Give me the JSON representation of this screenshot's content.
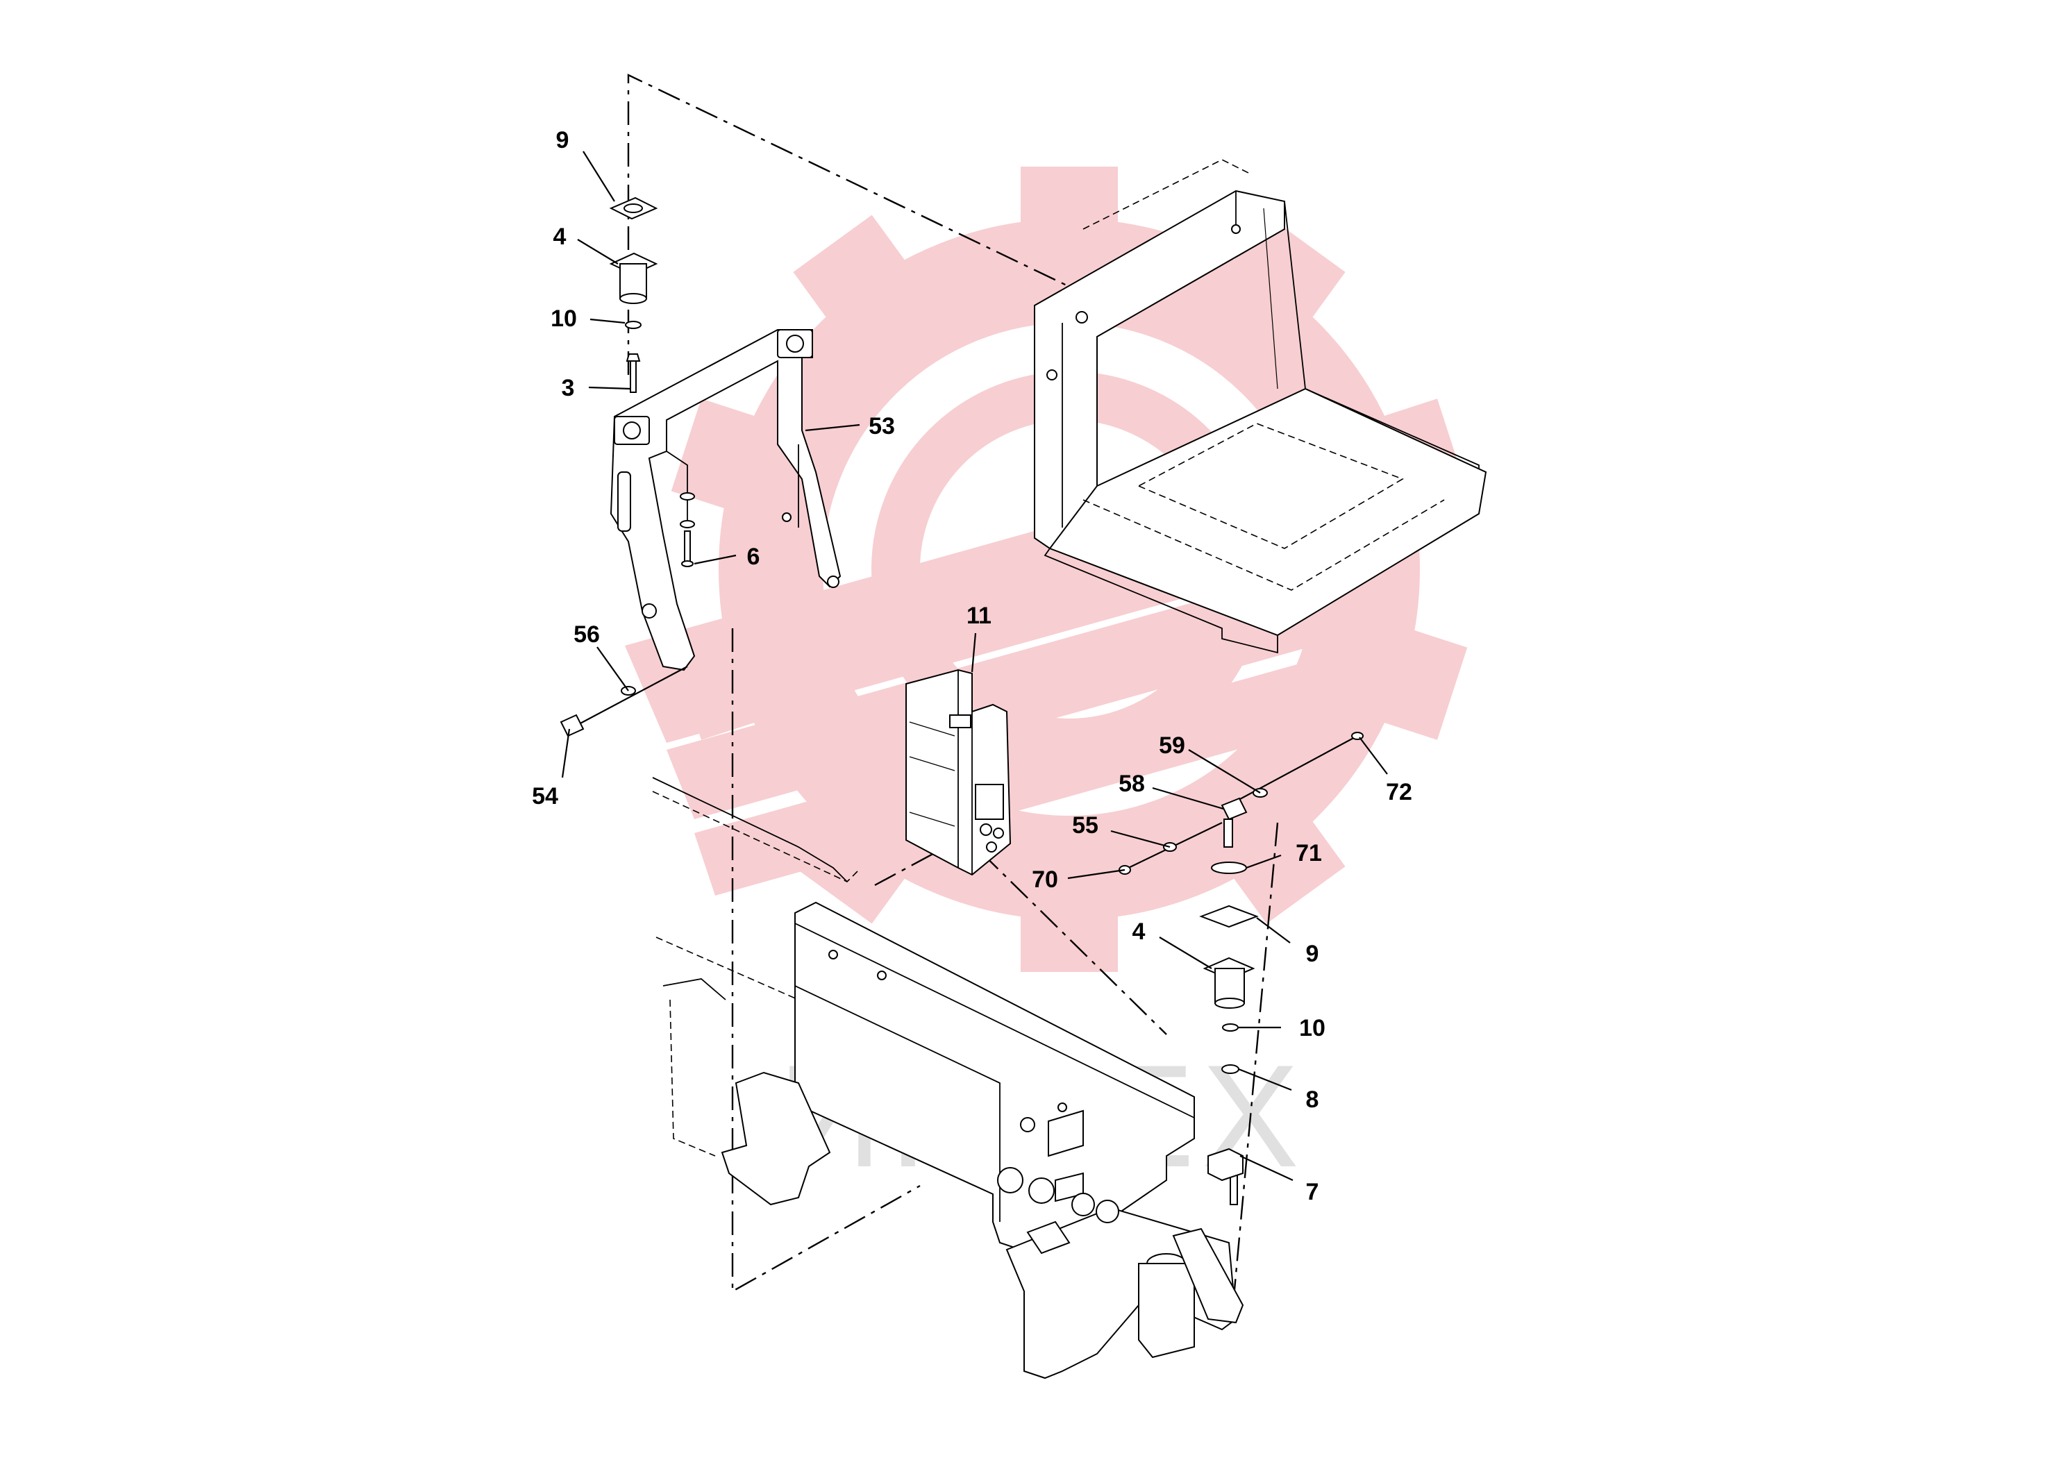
{
  "watermark": {
    "text": "ИНТЕХ",
    "logo_color": "#f7c9cc",
    "text_color": "#e0e0e0"
  },
  "callouts": [
    {
      "id": "c-9-top",
      "label": "9"
    },
    {
      "id": "c-4-top",
      "label": "4"
    },
    {
      "id": "c-10-top",
      "label": "10"
    },
    {
      "id": "c-3",
      "label": "3"
    },
    {
      "id": "c-53",
      "label": "53"
    },
    {
      "id": "c-6",
      "label": "6"
    },
    {
      "id": "c-11",
      "label": "11"
    },
    {
      "id": "c-56",
      "label": "56"
    },
    {
      "id": "c-54",
      "label": "54"
    },
    {
      "id": "c-59",
      "label": "59"
    },
    {
      "id": "c-72",
      "label": "72"
    },
    {
      "id": "c-58",
      "label": "58"
    },
    {
      "id": "c-55",
      "label": "55"
    },
    {
      "id": "c-71",
      "label": "71"
    },
    {
      "id": "c-70",
      "label": "70"
    },
    {
      "id": "c-4-bottom",
      "label": "4"
    },
    {
      "id": "c-9-bottom",
      "label": "9"
    },
    {
      "id": "c-10-bottom",
      "label": "10"
    },
    {
      "id": "c-8",
      "label": "8"
    },
    {
      "id": "c-7",
      "label": "7"
    }
  ]
}
